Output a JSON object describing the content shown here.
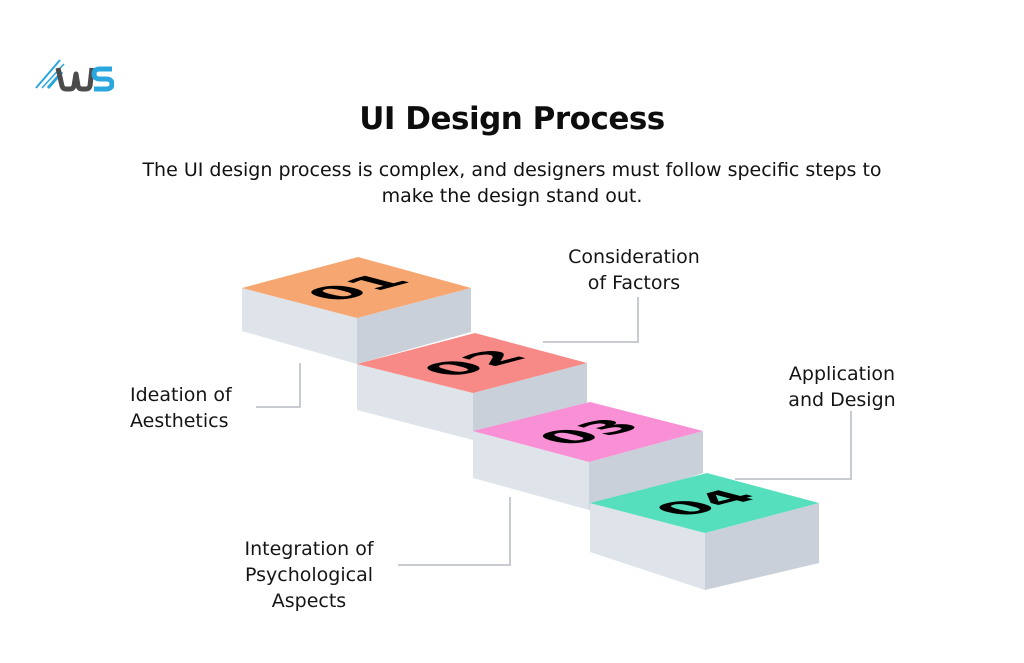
{
  "logo": {
    "icon": "ws-logo",
    "letters": "WS",
    "colors": {
      "swoosh": "#2aa7df",
      "w": "#4b4b4b",
      "s": "#2aa7df"
    }
  },
  "header": {
    "title": "UI Design Process",
    "subtitle": "The UI design process is complex, and designers must follow specific steps to make the design stand out."
  },
  "steps": [
    {
      "number": "01",
      "color": "#f6a771"
    },
    {
      "number": "02",
      "color": "#f78a87"
    },
    {
      "number": "03",
      "color": "#f990d6"
    },
    {
      "number": "04",
      "color": "#56dfbc"
    }
  ],
  "labels": {
    "ideation": {
      "line1": "Ideation of",
      "line2": "Aesthetics"
    },
    "consideration": {
      "line1": "Consideration",
      "line2": "of Factors"
    },
    "integration": {
      "line1": "Integration of",
      "line2": "Psychological",
      "line3": "Aspects"
    },
    "application": {
      "line1": "Application",
      "line2": "and Design"
    }
  },
  "colors": {
    "side_left": "#dfe3ea",
    "side_right": "#c9d0d9",
    "connector": "#c8ccd2"
  }
}
